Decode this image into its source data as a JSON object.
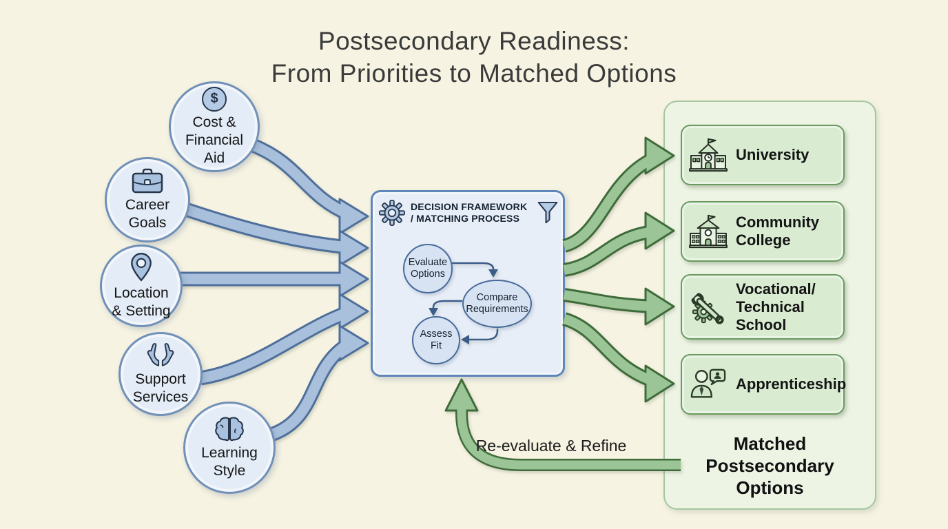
{
  "title": {
    "lines": [
      "Postsecondary Readiness:",
      "From Priorities to Matched Options"
    ]
  },
  "priorities": [
    {
      "id": "cost",
      "label": [
        "Cost &",
        "Financial",
        "Aid"
      ],
      "icon": "dollar-icon"
    },
    {
      "id": "career",
      "label": [
        "Career",
        "Goals"
      ],
      "icon": "briefcase-icon"
    },
    {
      "id": "location",
      "label": [
        "Location",
        "& Setting"
      ],
      "icon": "map-pin-icon"
    },
    {
      "id": "support",
      "label": [
        "Support",
        "Services"
      ],
      "icon": "hands-icon"
    },
    {
      "id": "learning",
      "label": [
        "Learning",
        "Style"
      ],
      "icon": "brain-icon"
    }
  ],
  "decision_box": {
    "title_lines": [
      "DECISION FRAMEWORK",
      "/ MATCHING PROCESS"
    ],
    "icons": [
      "gear-icon",
      "funnel-icon"
    ],
    "steps": [
      {
        "label": [
          "Evaluate",
          "Options"
        ]
      },
      {
        "label": [
          "Compare",
          "Requirements"
        ]
      },
      {
        "label": [
          "Assess",
          "Fit"
        ]
      }
    ]
  },
  "options_panel": {
    "items": [
      {
        "label": [
          "University"
        ],
        "icon": "university-icon"
      },
      {
        "label": [
          "Community",
          "College"
        ],
        "icon": "college-icon"
      },
      {
        "label": [
          "Vocational/",
          "Technical",
          "School"
        ],
        "icon": "wrench-gear-icon"
      },
      {
        "label": [
          "Apprenticeship"
        ],
        "icon": "person-chat-icon"
      }
    ],
    "caption": [
      "Matched",
      "Postsecondary",
      "Options"
    ]
  },
  "feedback": {
    "label": "Re-evaluate & Refine"
  },
  "icons": {
    "dollar_glyph": "$"
  },
  "colors": {
    "background": "#f6f3e2",
    "blue_node_fill": "#e3ecf7",
    "blue_node_border": "#7090b8",
    "blue_arrow_fill": "#a9c0dd",
    "blue_arrow_stroke": "#4f6f9b",
    "box_fill": "#e7eef8",
    "box_border": "#5f86b8",
    "green_arrow_fill": "#9cc597",
    "green_arrow_stroke": "#3f6b3a",
    "panel_fill": "#edf4e4",
    "panel_border": "#a6c6a0",
    "card_fill": "#d9ecd2",
    "card_border": "#6a9a5f",
    "text": "#222222"
  }
}
